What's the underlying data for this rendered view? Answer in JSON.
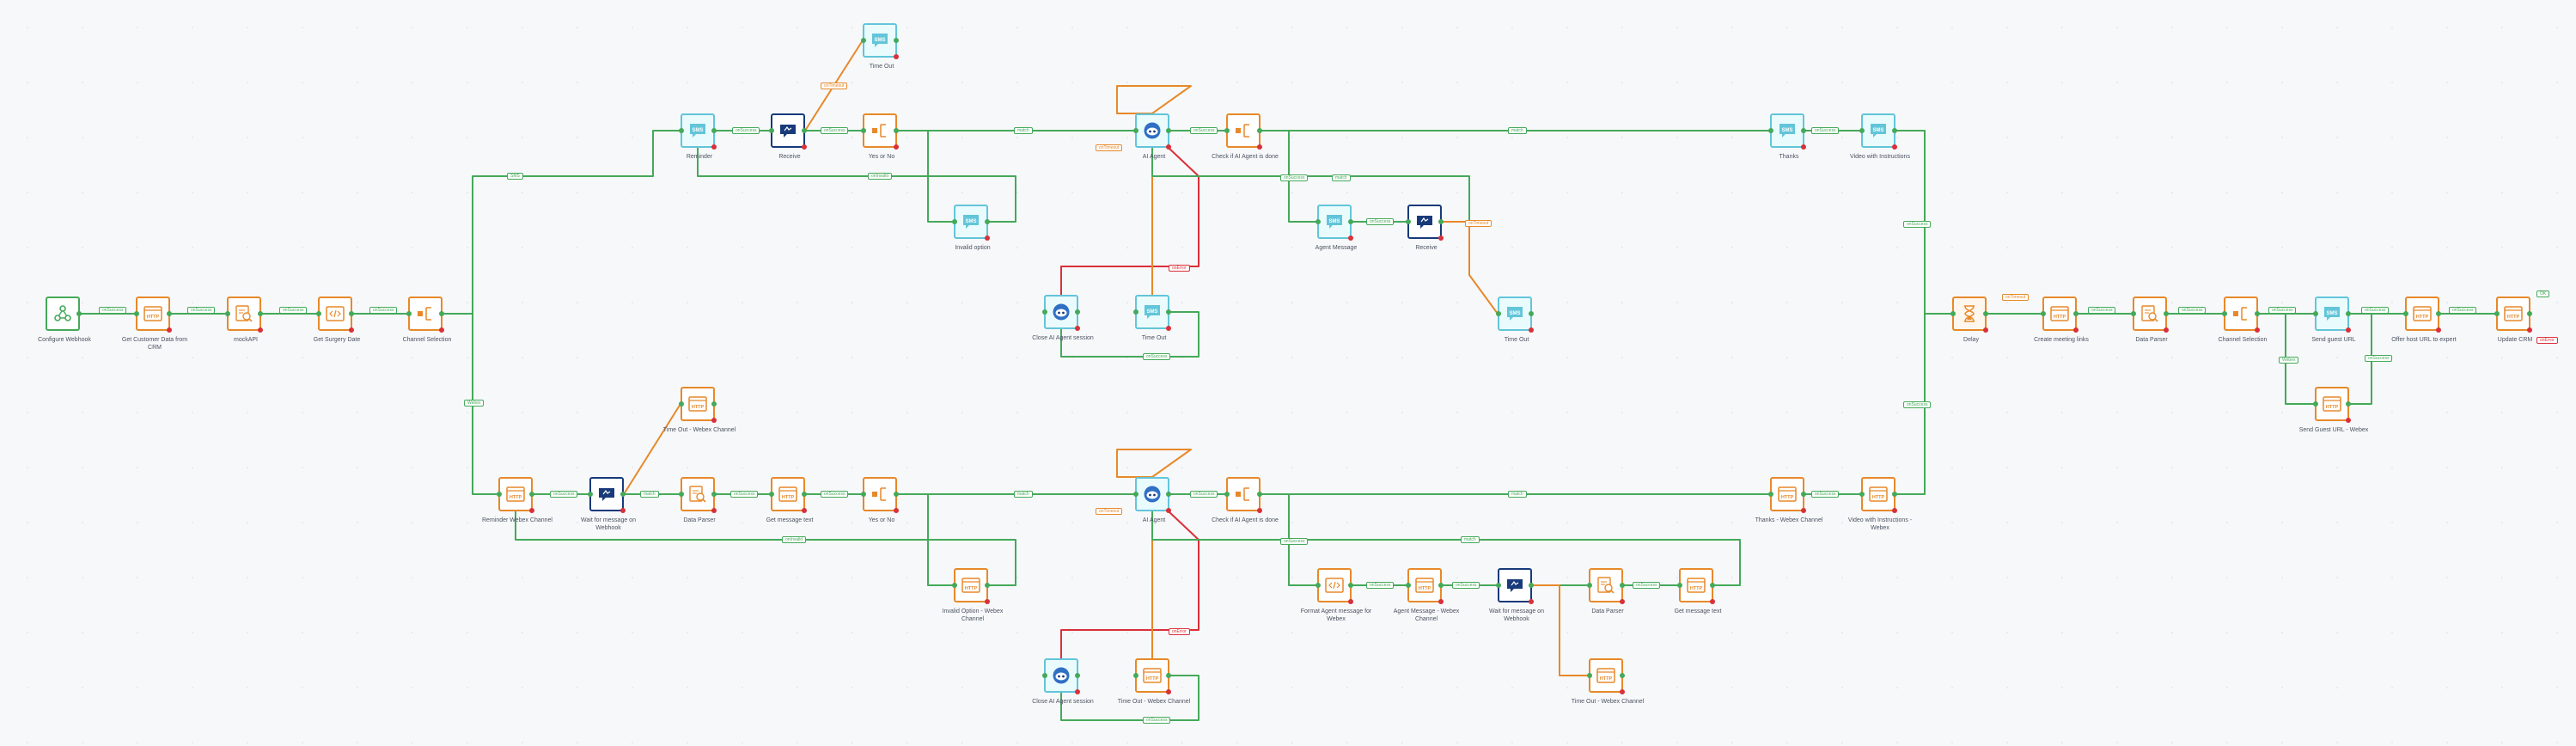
{
  "colors": {
    "success": "#45a95a",
    "alternate": "#e7892a",
    "error": "#d9303a",
    "sms": "#62c5d9",
    "wait": "#183a7a",
    "background": "#f7f8fa"
  },
  "nodes": {
    "configure_webhook": {
      "label": "Configure Webhook",
      "icon": "webhook-icon"
    },
    "get_customer_data": {
      "label": "Get Customer Data from CRM",
      "icon": "http-icon"
    },
    "mock_api": {
      "label": "mockAPI",
      "icon": "data-parser-icon"
    },
    "get_surgery_date": {
      "label": "Get Surgery Date",
      "icon": "code-icon"
    },
    "channel_selection_1": {
      "label": "Channel Selection",
      "icon": "branch-icon"
    },
    "reminder_sms": {
      "label": "Reminder",
      "icon": "sms-icon"
    },
    "receive_1": {
      "label": "Receive",
      "icon": "receive-icon"
    },
    "time_out_top": {
      "label": "Time Out",
      "icon": "sms-icon"
    },
    "yes_no_1": {
      "label": "Yes or No",
      "icon": "branch-icon"
    },
    "invalid_option": {
      "label": "Invalid option",
      "icon": "sms-icon"
    },
    "ai_agent_1": {
      "label": "AI Agent",
      "icon": "ai-agent-icon"
    },
    "check_ai_1": {
      "label": "Check if AI Agent is done",
      "icon": "branch-icon"
    },
    "close_ai_1": {
      "label": "Close AI Agent session",
      "icon": "ai-agent-icon"
    },
    "time_out_ai_1": {
      "label": "Time Out",
      "icon": "sms-icon"
    },
    "agent_message": {
      "label": "Agent Message",
      "icon": "sms-icon"
    },
    "receive_2": {
      "label": "Receive",
      "icon": "receive-icon"
    },
    "time_out_mid": {
      "label": "Time Out",
      "icon": "sms-icon"
    },
    "thanks": {
      "label": "Thanks",
      "icon": "sms-icon"
    },
    "video_instructions": {
      "label": "Video with Instructions",
      "icon": "sms-icon"
    },
    "reminder_webex": {
      "label": "Reminder Webex Channel",
      "icon": "http-icon"
    },
    "wait_webhook_1": {
      "label": "Wait for message on Webhook",
      "icon": "receive-icon"
    },
    "time_out_webex_1": {
      "label": "Time Out - Webex Channel",
      "icon": "http-icon"
    },
    "data_parser_1": {
      "label": "Data Parser",
      "icon": "data-parser-icon"
    },
    "get_message_text_1": {
      "label": "Get message text",
      "icon": "http-icon"
    },
    "yes_no_2": {
      "label": "Yes or No",
      "icon": "branch-icon"
    },
    "invalid_option_webex": {
      "label": "Invalid Option - Webex Channel",
      "icon": "http-icon"
    },
    "ai_agent_2": {
      "label": "AI Agent",
      "icon": "ai-agent-icon"
    },
    "check_ai_2": {
      "label": "Check if AI Agent is done",
      "icon": "branch-icon"
    },
    "close_ai_2": {
      "label": "Close AI Agent session",
      "icon": "ai-agent-icon"
    },
    "time_out_webex_2": {
      "label": "Time Out - Webex Channel",
      "icon": "http-icon"
    },
    "format_agent_msg": {
      "label": "Format Agent message for Webex",
      "icon": "code-icon"
    },
    "agent_message_webex": {
      "label": "Agent Message - Webex Channel",
      "icon": "http-icon"
    },
    "wait_webhook_2": {
      "label": "Wait for message on Webhook",
      "icon": "receive-icon"
    },
    "data_parser_2": {
      "label": "Data Parser",
      "icon": "data-parser-icon"
    },
    "get_message_text_2": {
      "label": "Get message text",
      "icon": "http-icon"
    },
    "time_out_webex_3": {
      "label": "Time Out - Webex Channel",
      "icon": "http-icon"
    },
    "thanks_webex": {
      "label": "Thanks - Webex Channel",
      "icon": "http-icon"
    },
    "video_instructions_webex": {
      "label": "Video with Instructions - Webex",
      "icon": "http-icon"
    },
    "delay": {
      "label": "Delay",
      "icon": "hourglass-icon"
    },
    "create_meeting": {
      "label": "Create meeting links",
      "icon": "http-icon"
    },
    "data_parser_3": {
      "label": "Data Parser",
      "icon": "data-parser-icon"
    },
    "channel_selection_2": {
      "label": "Channel Selection",
      "icon": "branch-icon"
    },
    "send_guest_url": {
      "label": "Send guest URL",
      "icon": "sms-icon"
    },
    "send_guest_url_webex": {
      "label": "Send Guest URL - Webex",
      "icon": "http-icon"
    },
    "offer_host_url": {
      "label": "Offer host URL to expert",
      "icon": "http-icon"
    },
    "update_crm": {
      "label": "Update CRM",
      "icon": "http-icon"
    }
  },
  "edge_labels": {
    "success": "onSuccess",
    "error": "onError",
    "match": "match",
    "sms": "SMS",
    "webex": "Webex",
    "timeout": "onTimeout",
    "invalid": "onInvalid",
    "ok": "OK"
  }
}
